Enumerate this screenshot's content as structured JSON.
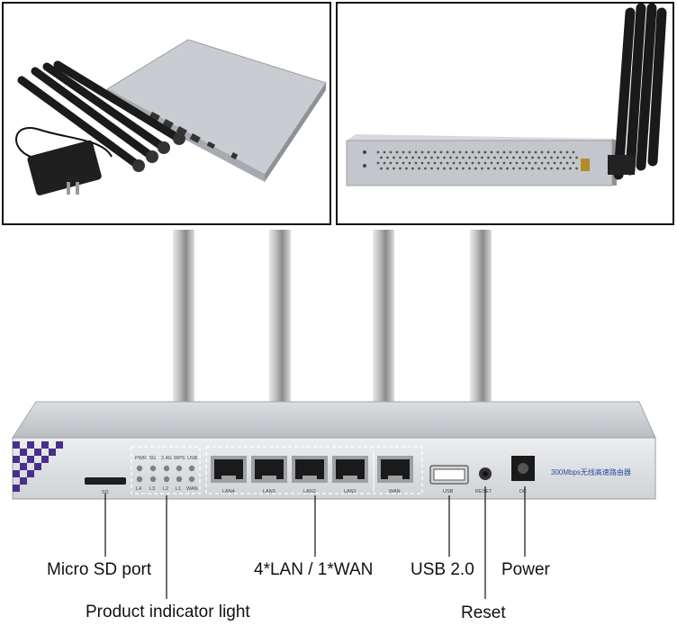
{
  "panel_labels": {
    "lan4": "LAN4",
    "lan3": "LAN3",
    "lan2": "LAN2",
    "lan1": "LAN1",
    "wan": "WAN",
    "usb": "USB",
    "reset": "RESET",
    "dc": "DC",
    "sd": "SD",
    "brand": "300Mbps无线高速路由器",
    "led_top": [
      "PWR",
      "5G",
      "2.4G",
      "WPS",
      "USB"
    ],
    "led_bottom": [
      "L4",
      "L3",
      "L2",
      "L1",
      "WAN"
    ]
  },
  "callouts": {
    "micro_sd": "Micro SD port",
    "indicator": "Product indicator light",
    "lan_wan": "4*LAN / 1*WAN",
    "usb": "USB 2.0",
    "reset": "Reset",
    "power": "Power"
  }
}
